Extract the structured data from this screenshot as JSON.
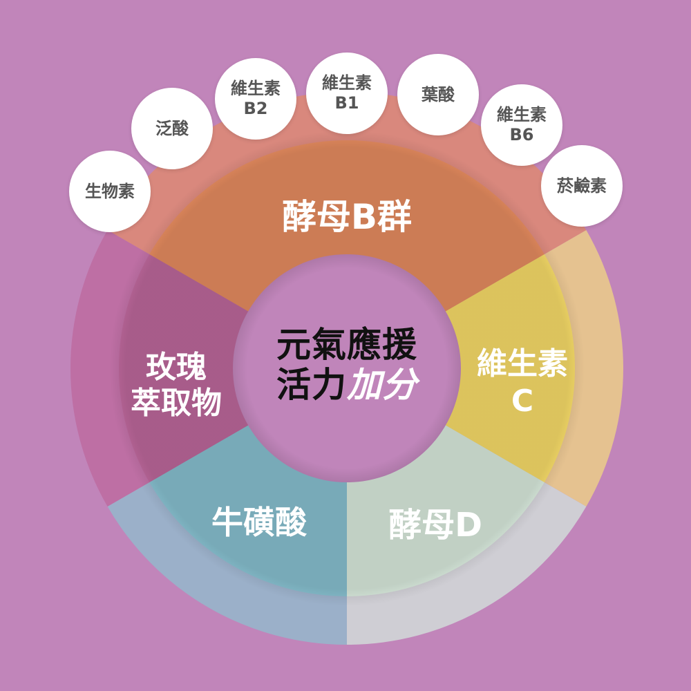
{
  "title": {
    "line1": "元氣應援",
    "line2_prefix": "活力",
    "line2_accent": "加分"
  },
  "segments": [
    {
      "id": "yeast-b",
      "label": "酵母B群",
      "color": "#E38A5E",
      "outer_color": "#D9887D"
    },
    {
      "id": "vitamin-c",
      "label_line1": "維生素",
      "label_line2": "C",
      "color": "#F4D967",
      "outer_color": "#E5C290"
    },
    {
      "id": "yeast-d",
      "label": "酵母D",
      "color": "#D6E7DA",
      "outer_color": "#CFCED4"
    },
    {
      "id": "taurine",
      "label": "牛磺酸",
      "color": "#85BDCC",
      "outer_color": "#9BB0C9"
    },
    {
      "id": "rose-extract",
      "label_line1": "玫瑰",
      "label_line2": "萃取物",
      "color": "#BA6699",
      "outer_color": "#BE6FA4"
    }
  ],
  "b_group_items": [
    {
      "label_line1": "生物素",
      "label_line2": ""
    },
    {
      "label_line1": "泛酸",
      "label_line2": ""
    },
    {
      "label_line1": "維生素",
      "label_line2": "B2"
    },
    {
      "label_line1": "維生素",
      "label_line2": "B1"
    },
    {
      "label_line1": "葉酸",
      "label_line2": ""
    },
    {
      "label_line1": "維生素",
      "label_line2": "B6"
    },
    {
      "label_line1": "菸鹼素",
      "label_line2": ""
    }
  ],
  "colors": {
    "background": "#C185BA",
    "center_circle": "#C085BA",
    "bubble_bg": "#FFFFFF",
    "bubble_text": "#555555",
    "title_text": "#111111",
    "accent_text": "#FFFFFF"
  }
}
